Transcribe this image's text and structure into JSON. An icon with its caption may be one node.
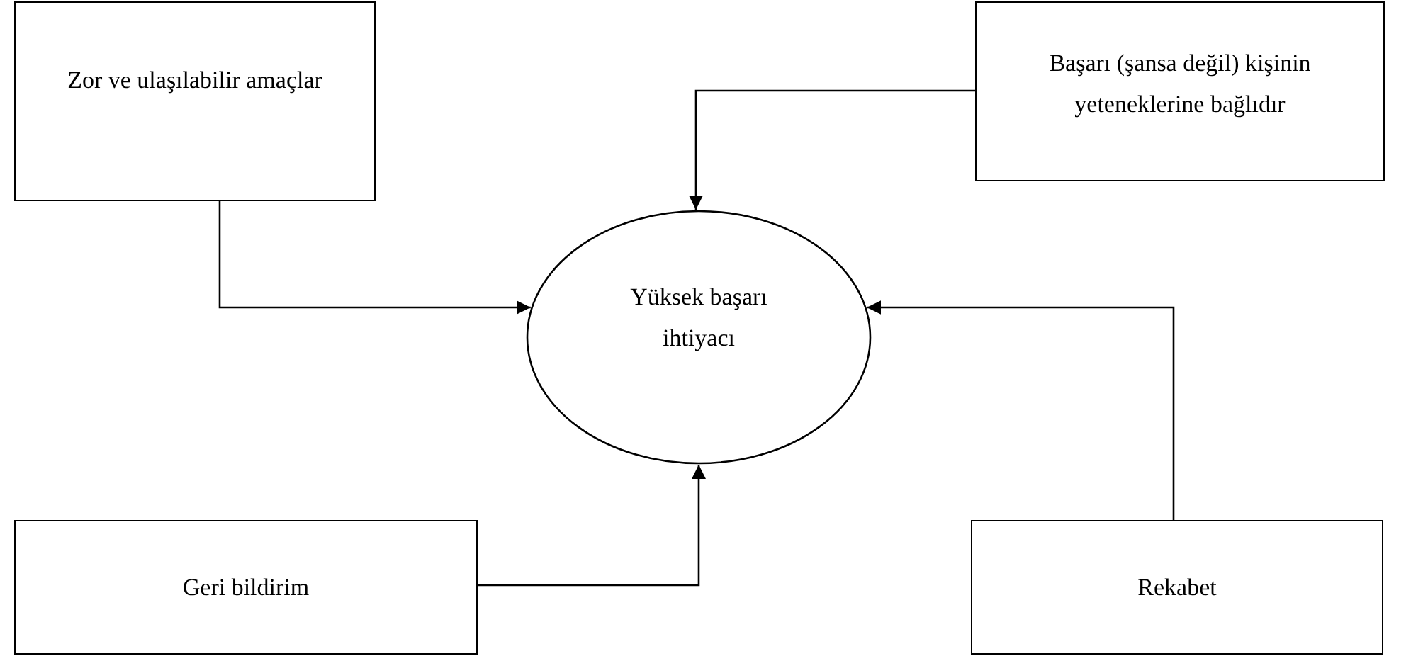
{
  "diagram": {
    "nodes": [
      {
        "text": [
          "Zor ve ulaşılabilir amaçlar"
        ]
      },
      {
        "text": [
          "Başarı (şansa değil) kişinin yeteneklerine bağlıdır"
        ]
      },
      {
        "text": [
          "Yüksek başarı ihtiyacı"
        ]
      },
      {
        "text": [
          "Geri bildirim"
        ]
      },
      {
        "text": [
          "Rekabet"
        ]
      }
    ],
    "edges": [
      {
        "from": 0,
        "to": 2,
        "arrow": "to"
      },
      {
        "from": 1,
        "to": 2,
        "arrow": "to"
      },
      {
        "from": 3,
        "to": 2,
        "arrow": "to"
      },
      {
        "from": 4,
        "to": 2,
        "arrow": "to"
      }
    ]
  }
}
